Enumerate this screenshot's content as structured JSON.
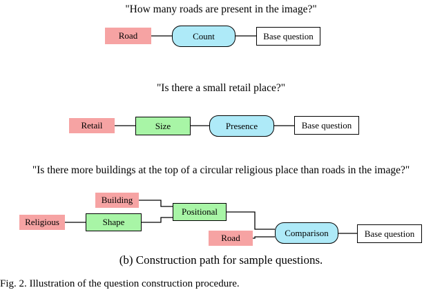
{
  "example1": {
    "question": "\"How many roads are present in the image?\"",
    "nodes": {
      "object": "Road",
      "operation": "Count",
      "base": "Base question"
    }
  },
  "example2": {
    "question": "\"Is there a small retail place?\"",
    "nodes": {
      "object": "Retail",
      "attribute": "Size",
      "operation": "Presence",
      "base": "Base question"
    }
  },
  "example3": {
    "question": "\"Is there more buildings at the top of a circular religious place than roads in the image?\"",
    "nodes": {
      "object_building": "Building",
      "object_religious": "Religious",
      "attribute_shape": "Shape",
      "relation_positional": "Positional",
      "object_road": "Road",
      "operation": "Comparison",
      "base": "Base question"
    }
  },
  "caption": "(b) Construction path for sample questions.",
  "figure_caption": "Fig. 2.  Illustration of the question construction procedure.",
  "colors": {
    "object_fill": "#f6a3a3",
    "attribute_fill": "#a8f5a6",
    "operation_fill": "#aeeaf8",
    "base_fill": "#ffffff"
  }
}
